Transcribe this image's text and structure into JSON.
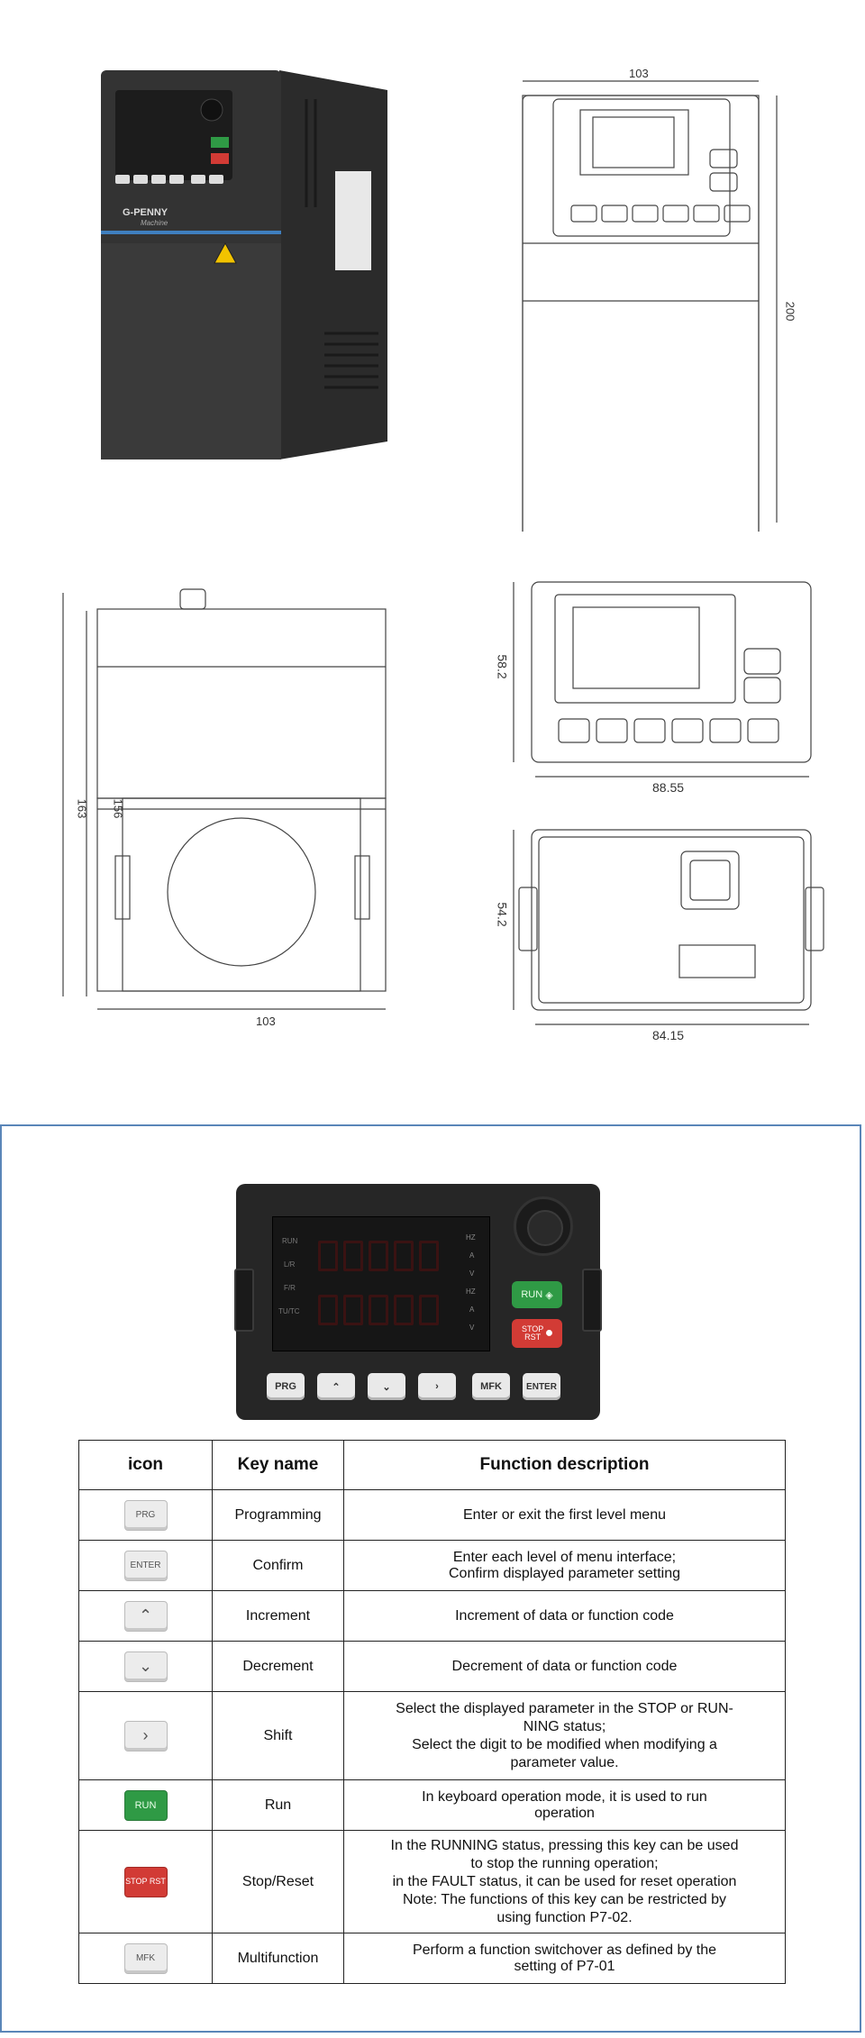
{
  "product": {
    "brand": "G-PENNY",
    "brand_sub": "Machine"
  },
  "drawings": {
    "front_width": "103",
    "front_height": "200",
    "side_width": "103",
    "side_height_outer": "163",
    "side_height_inner": "156",
    "keypad_width": "88.55",
    "keypad_height": "58.2",
    "back_width": "84.15",
    "back_height": "54.2"
  },
  "keypad": {
    "indicators": [
      "RUN",
      "L/R",
      "F/R",
      "TU/TC"
    ],
    "units": [
      "HZ",
      "A",
      "V",
      "HZ",
      "A",
      "V"
    ],
    "buttons": [
      "PRG",
      "ENTER",
      "MFK"
    ],
    "run_label": "RUN",
    "stop_label_1": "STOP",
    "stop_label_2": "RST"
  },
  "table": {
    "headers": [
      "icon",
      "Key name",
      "Function description"
    ],
    "rows": [
      {
        "icon": "PRG",
        "name": "Programming",
        "desc": "Enter or exit the first level menu"
      },
      {
        "icon": "ENTER",
        "name": "Confirm",
        "desc": "Enter each level of menu interface;\nConfirm displayed parameter setting"
      },
      {
        "icon": "up-arrow",
        "name": "Increment",
        "desc": "Increment of data or function code"
      },
      {
        "icon": "down-arrow",
        "name": "Decrement",
        "desc": "Decrement of data or function code"
      },
      {
        "icon": "right-arrow",
        "name": "Shift",
        "desc": "Select the displayed parameter in the STOP or RUN-\nNING status;\nSelect the digit to be modified when modifying a\nparameter value."
      },
      {
        "icon": "RUN",
        "name": "Run",
        "desc": "In keyboard operation mode, it is used to run\noperation"
      },
      {
        "icon": "STOP RST",
        "name": "Stop/Reset",
        "desc": "In the RUNNING status, pressing this key can be used\nto stop the running operation;\nin the FAULT status, it can be used for reset operation\nNote: The functions of this key can be restricted by\nusing function P7-02."
      },
      {
        "icon": "MFK",
        "name": "Multifunction",
        "desc": "Perform a function switchover as defined by the\nsetting of P7-01"
      }
    ]
  },
  "colors": {
    "panel_border": "#5a86b8",
    "run_green": "#2f9a45",
    "stop_red": "#d23b35"
  }
}
